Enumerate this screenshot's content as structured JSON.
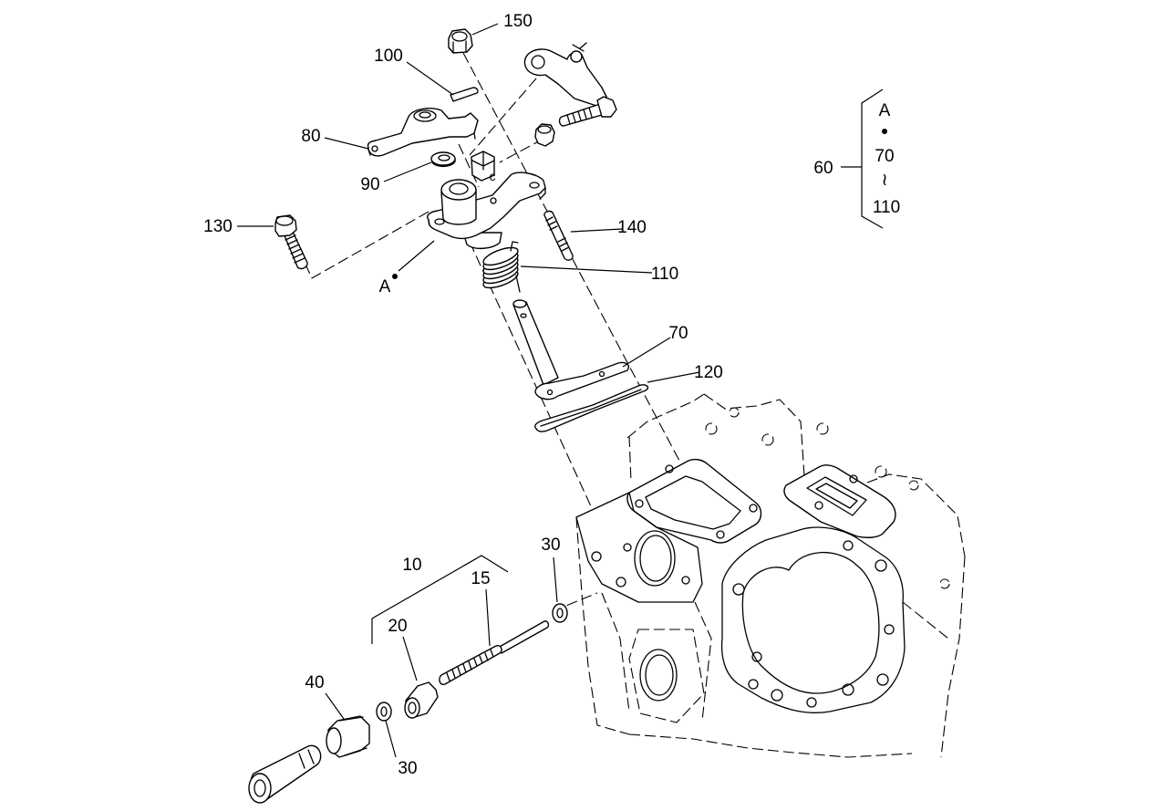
{
  "callouts": {
    "c150": "150",
    "c100": "100",
    "c80": "80",
    "c90": "90",
    "c130": "130",
    "c140": "140",
    "c110": "110",
    "cA": "A",
    "c70": "70",
    "c120": "120",
    "c10": "10",
    "c15": "15",
    "c20": "20",
    "c30_top": "30",
    "c40": "40",
    "c30_bottom": "30",
    "cC": "c"
  },
  "group_60": {
    "label": "60",
    "items": [
      "A",
      "70",
      "≀",
      "110"
    ]
  }
}
